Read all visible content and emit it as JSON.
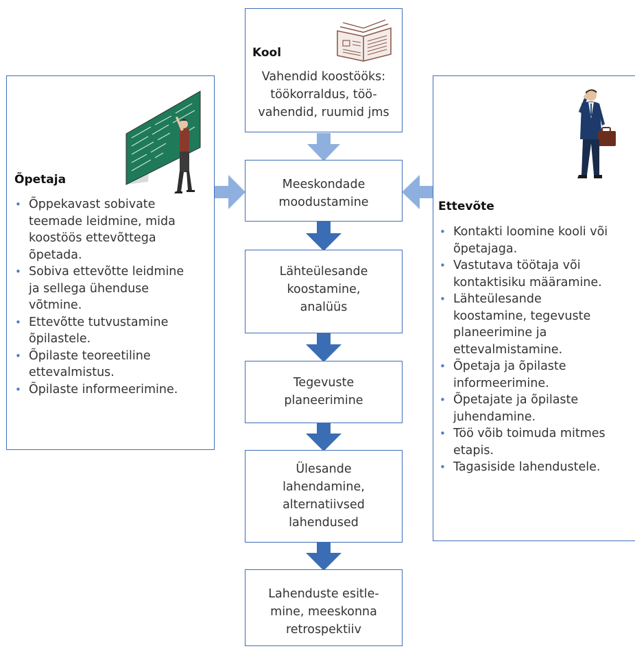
{
  "colors": {
    "border": "#3d6db5",
    "arrow_dark": "#3a6db4",
    "arrow_light": "#8fb0df",
    "bullet": "#4a7cc4"
  },
  "kool": {
    "title": "Kool",
    "lines": [
      "Vahendid koostööks:",
      "töökorraldus, töö-",
      "vahendid, ruumid jms"
    ],
    "icon": "open-book-icon"
  },
  "opetaja": {
    "title": "Õpetaja",
    "icon": "teacher-at-blackboard-icon",
    "items": [
      [
        "Õppekavast sobivate",
        "teemade leidmine, mida",
        "koostöös ettevõttega",
        "õpetada."
      ],
      [
        "Sobiva ettevõtte leidmine",
        "ja sellega ühenduse",
        "võtmine."
      ],
      [
        "Ettevõtte tutvustamine",
        "õpilastele."
      ],
      [
        "Õpilaste teoreetiline",
        "ettevalmistus."
      ],
      [
        "Õpilaste informeerimine."
      ]
    ]
  },
  "ettevote": {
    "title": "Ettevõte",
    "icon": "businessman-with-briefcase-icon",
    "items": [
      [
        "Kontakti loomine kooli või",
        "õpetajaga."
      ],
      [
        "Vastutava töötaja või",
        "kontaktisiku määramine."
      ],
      [
        "Lähteülesande",
        "koostamine, tegevuste",
        "planeerimine ja",
        "ettevalmistamine."
      ],
      [
        "Õpetaja ja õpilaste",
        "informeerimine."
      ],
      [
        "Õpetajate ja õpilaste",
        "juhendamine."
      ],
      [
        "Töö võib toimuda mitmes",
        "etapis."
      ],
      [
        "Tagasiside lahendustele."
      ]
    ]
  },
  "steps": [
    [
      "Meeskondade",
      "moodustamine"
    ],
    [
      "Lähteülesande",
      "koostamine,",
      "analüüs"
    ],
    [
      "Tegevuste",
      "planeerimine"
    ],
    [
      "Ülesande",
      "lahendamine,",
      "alternatiivsed",
      "lahendused"
    ],
    [
      "Lahenduste esitle-",
      "mine, meeskonna",
      "retrospektiiv"
    ]
  ]
}
